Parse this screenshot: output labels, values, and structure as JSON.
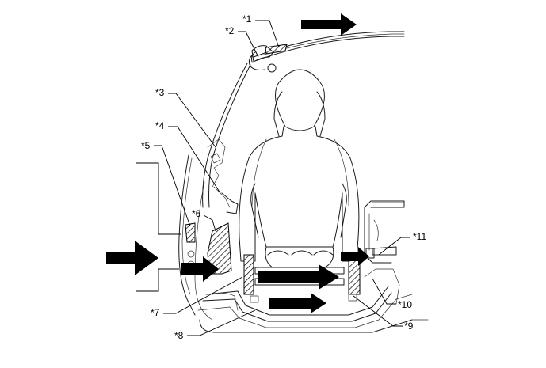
{
  "callouts": {
    "c1": "*1",
    "c2": "*2",
    "c3": "*3",
    "c4": "*4",
    "c5": "*5",
    "c6": "*6",
    "c7": "*7",
    "c8": "*8",
    "c9": "*9",
    "c10": "*10",
    "c11": "*11"
  }
}
